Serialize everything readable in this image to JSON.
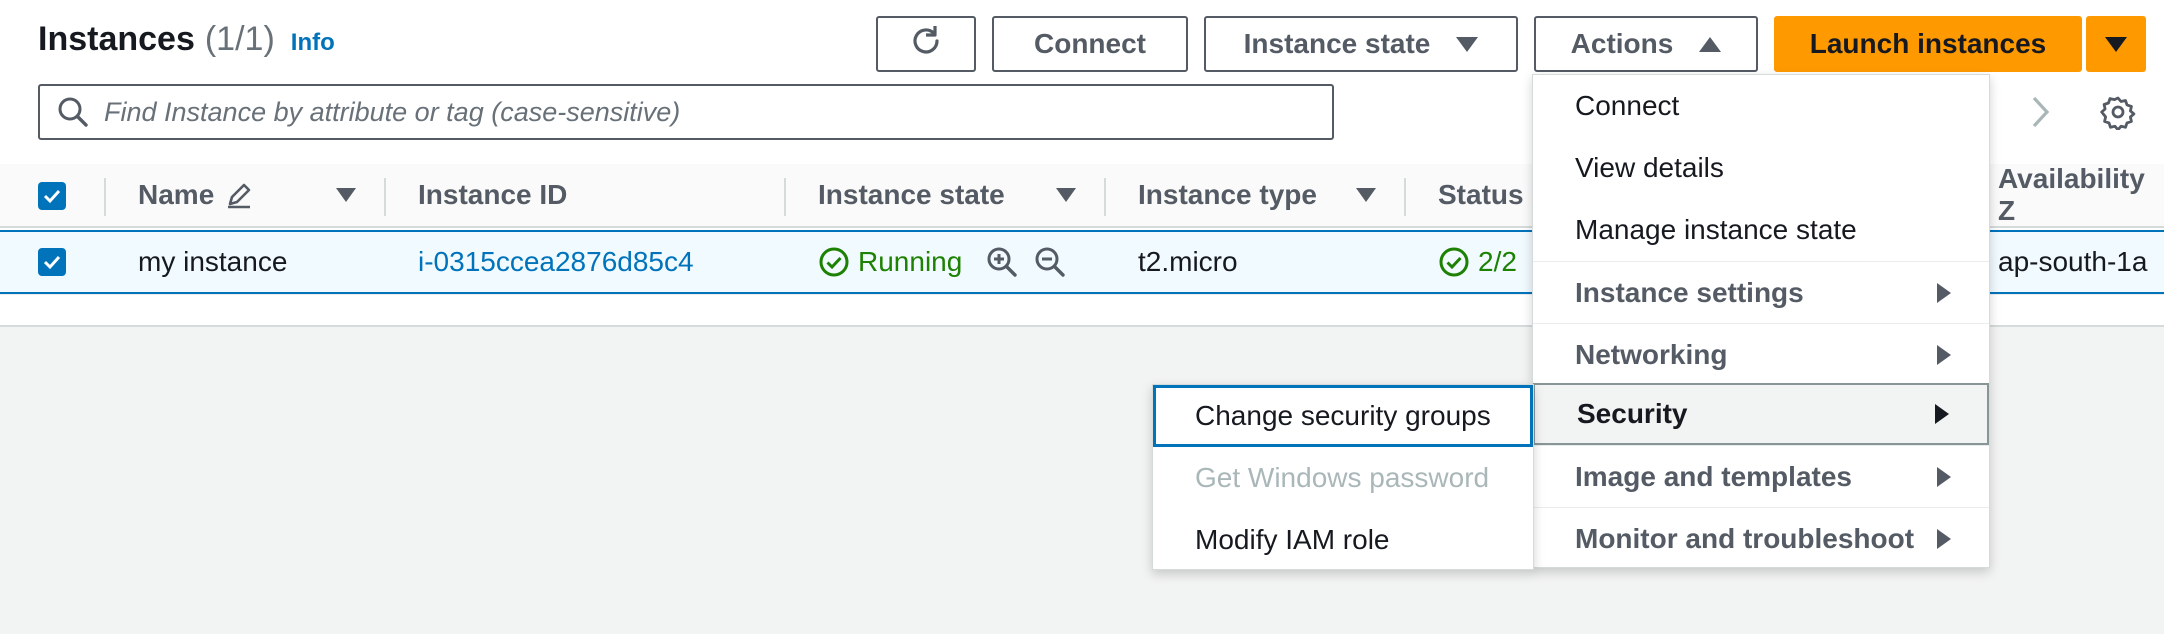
{
  "header": {
    "title": "Instances",
    "count": "(1/1)",
    "info_label": "Info"
  },
  "toolbar": {
    "connect_label": "Connect",
    "instance_state_label": "Instance state",
    "actions_label": "Actions",
    "launch_label": "Launch instances"
  },
  "search": {
    "placeholder": "Find Instance by attribute or tag (case-sensitive)"
  },
  "table": {
    "columns": [
      "Name",
      "Instance ID",
      "Instance state",
      "Instance type",
      "Status c",
      "Availability Z"
    ],
    "rows": [
      {
        "name": "my instance",
        "instance_id": "i-0315ccea2876d85c4",
        "state": "Running",
        "type": "t2.micro",
        "status": "2/2",
        "az": "ap-south-1a"
      }
    ]
  },
  "actions_menu": {
    "items": [
      {
        "label": "Connect",
        "kind": "item"
      },
      {
        "label": "View details",
        "kind": "item"
      },
      {
        "label": "Manage instance state",
        "kind": "item"
      },
      {
        "label": "Instance settings",
        "kind": "group"
      },
      {
        "label": "Networking",
        "kind": "group"
      },
      {
        "label": "Security",
        "kind": "group",
        "active": true
      },
      {
        "label": "Image and templates",
        "kind": "group"
      },
      {
        "label": "Monitor and troubleshoot",
        "kind": "group"
      }
    ]
  },
  "security_submenu": {
    "items": [
      {
        "label": "Change security groups",
        "state": "focused"
      },
      {
        "label": "Get Windows password",
        "state": "disabled"
      },
      {
        "label": "Modify IAM role",
        "state": "enabled"
      }
    ]
  },
  "colors": {
    "accent": "#0073bb",
    "primary_button": "#ff9900",
    "running": "#1d8102"
  },
  "icons": [
    "refresh-icon",
    "search-icon",
    "pencil-icon",
    "sort-icon",
    "check-circle-icon",
    "zoom-in-icon",
    "zoom-out-icon",
    "chevron-right-icon",
    "gear-icon",
    "caret-down-icon",
    "caret-up-icon"
  ]
}
